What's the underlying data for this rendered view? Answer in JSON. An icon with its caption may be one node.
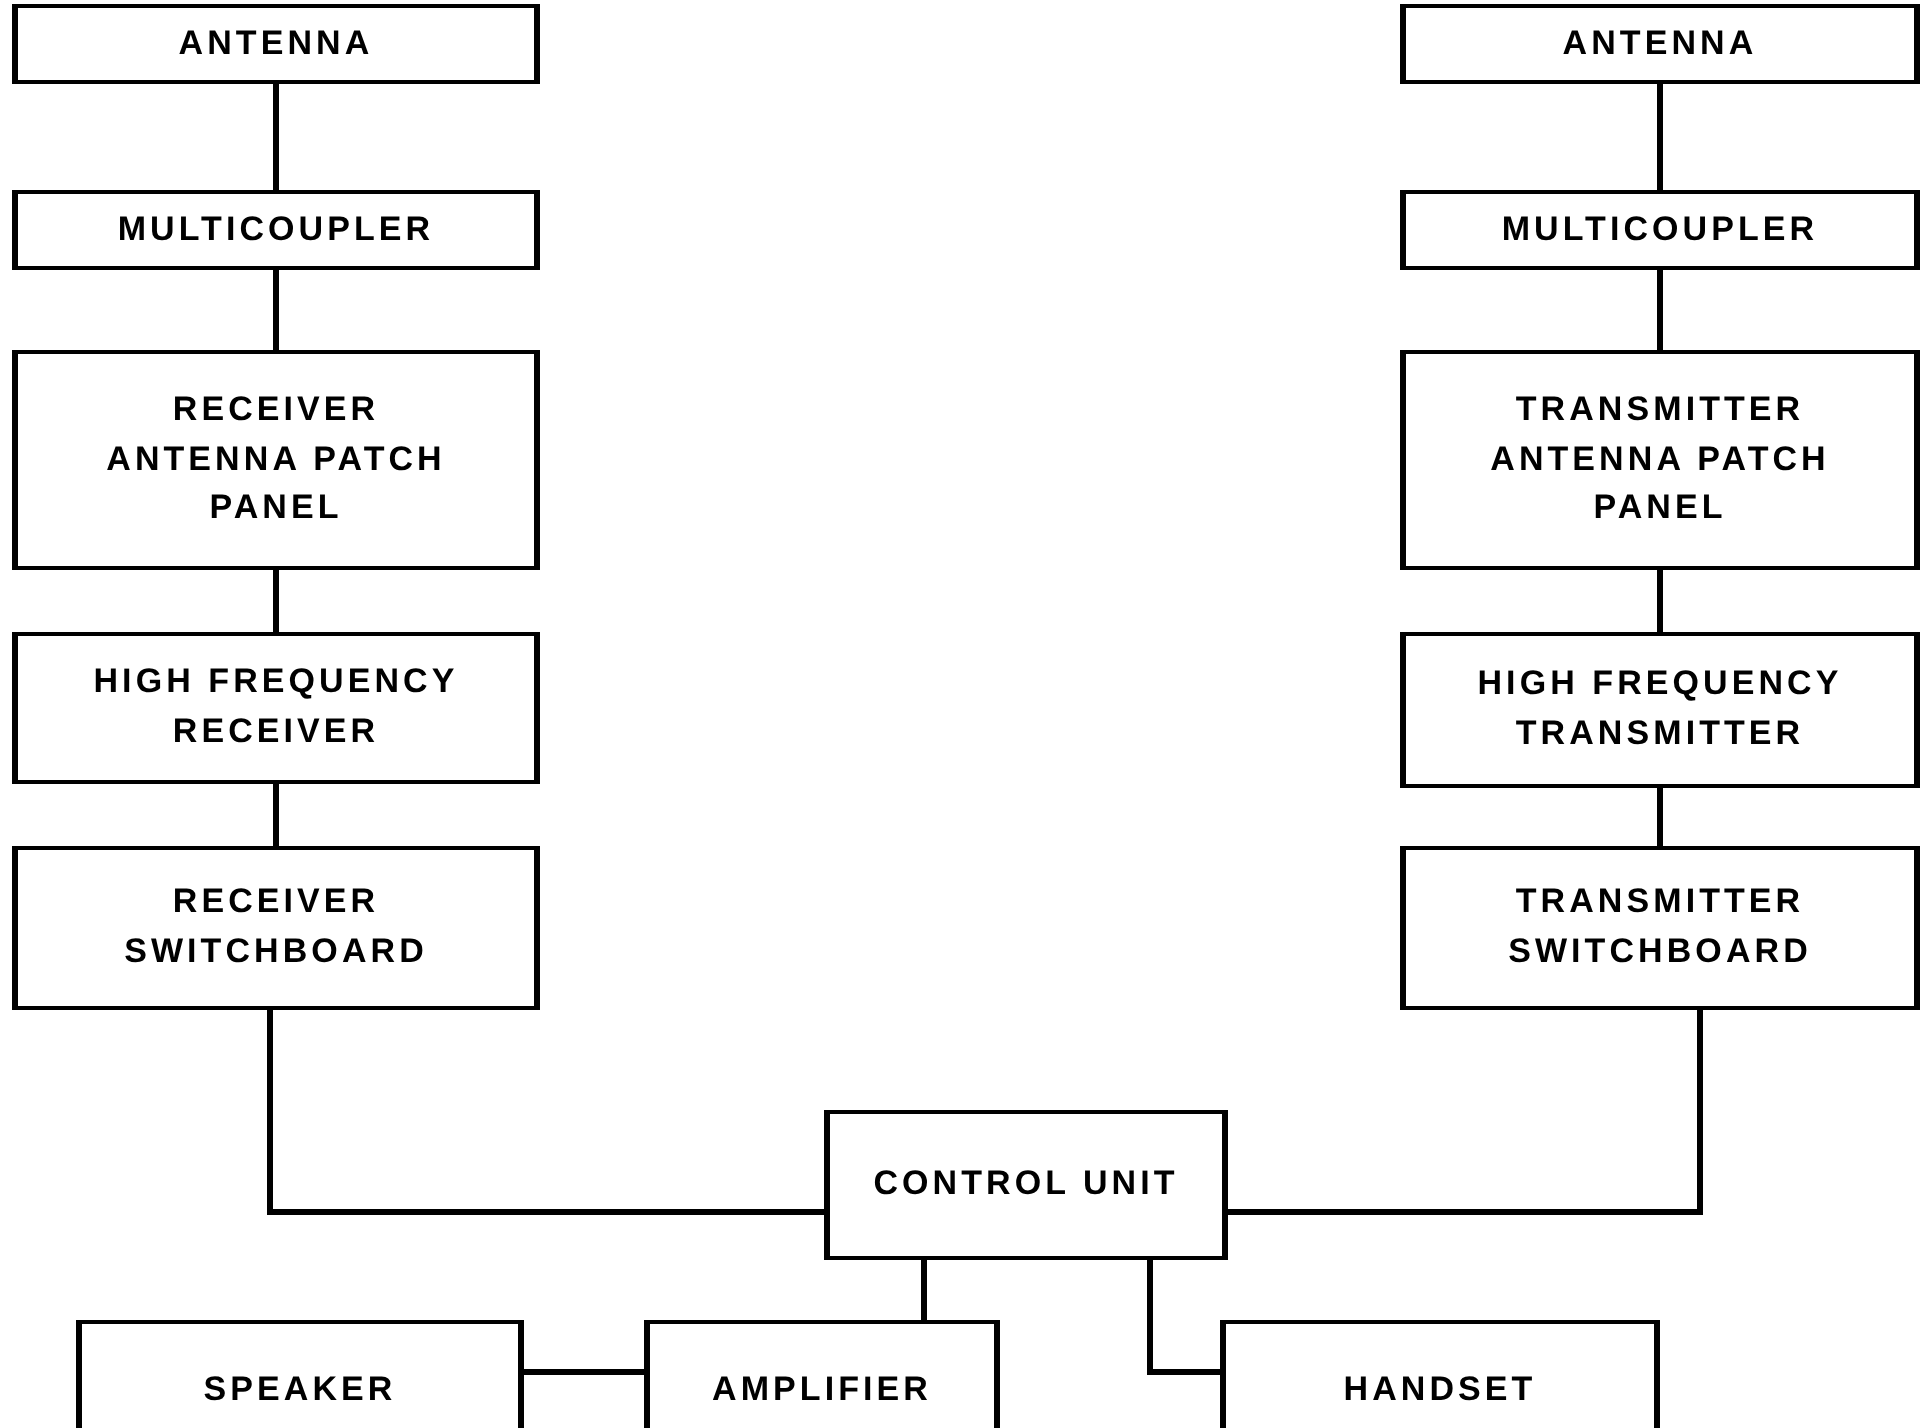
{
  "diagram": {
    "nodes": [
      {
        "text": [
          "ANTENNA"
        ]
      },
      {
        "text": [
          "MULTICOUPLER"
        ]
      },
      {
        "text": [
          "RECEIVER ANTENNA PATCH PANEL"
        ]
      },
      {
        "text": [
          "HIGH FREQUENCY RECEIVER"
        ]
      },
      {
        "text": [
          "RECEIVER SWITCHBOARD"
        ]
      },
      {
        "text": [
          "ANTENNA"
        ]
      },
      {
        "text": [
          "MULTICOUPLER"
        ]
      },
      {
        "text": [
          "TRANSMITTER ANTENNA PATCH PANEL"
        ]
      },
      {
        "text": [
          "HIGH FREQUENCY TRANSMITTER"
        ]
      },
      {
        "text": [
          "TRANSMITTER SWITCHBOARD"
        ]
      },
      {
        "text": [
          "CONTROL UNIT"
        ]
      },
      {
        "text": [
          "SPEAKER"
        ]
      },
      {
        "text": [
          "AMPLIFIER"
        ]
      },
      {
        "text": [
          "HANDSET"
        ]
      }
    ],
    "edges": [
      {
        "from": 0,
        "to": 1,
        "arrow": "none"
      },
      {
        "from": 1,
        "to": 2,
        "arrow": "none"
      },
      {
        "from": 2,
        "to": 3,
        "arrow": "none"
      },
      {
        "from": 3,
        "to": 4,
        "arrow": "none"
      },
      {
        "from": 5,
        "to": 6,
        "arrow": "none"
      },
      {
        "from": 6,
        "to": 7,
        "arrow": "none"
      },
      {
        "from": 7,
        "to": 8,
        "arrow": "none"
      },
      {
        "from": 8,
        "to": 9,
        "arrow": "none"
      },
      {
        "from": 4,
        "to": 10,
        "arrow": "none"
      },
      {
        "from": 9,
        "to": 10,
        "arrow": "none"
      },
      {
        "from": 10,
        "to": 12,
        "arrow": "none"
      },
      {
        "from": 12,
        "to": 11,
        "arrow": "none"
      },
      {
        "from": 10,
        "to": 13,
        "arrow": "none"
      }
    ]
  }
}
